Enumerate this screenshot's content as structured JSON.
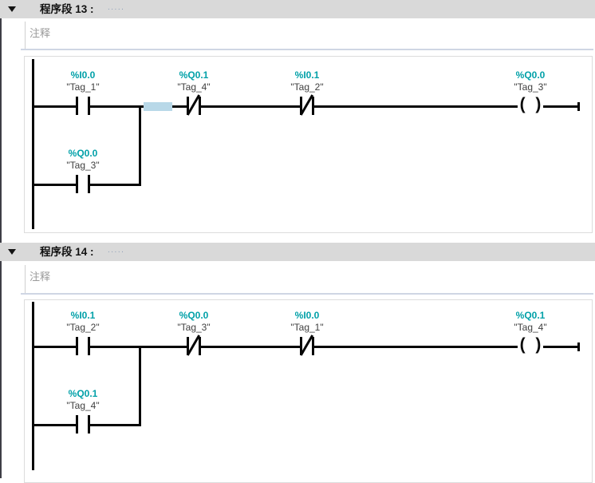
{
  "colors": {
    "operand_address": "#00a0a8",
    "selection_highlight": "#b8d8e8",
    "network_header_bg": "#d9d9d9",
    "comment_text": "#9a9a9a",
    "wire": "#060606"
  },
  "networks": [
    {
      "title": "程序段 13 :",
      "title_placeholder": ".....",
      "comment_placeholder": "注释",
      "elements": [
        {
          "type": "contact_no",
          "address": "%I0.0",
          "tag": "\"Tag_1\""
        },
        {
          "type": "contact_nc",
          "address": "%Q0.1",
          "tag": "\"Tag_4\""
        },
        {
          "type": "contact_nc",
          "address": "%I0.1",
          "tag": "\"Tag_2\""
        },
        {
          "type": "coil",
          "address": "%Q0.0",
          "tag": "\"Tag_3\""
        },
        {
          "type": "contact_no_branch",
          "address": "%Q0.0",
          "tag": "\"Tag_3\""
        }
      ],
      "has_wire_selection": true
    },
    {
      "title": "程序段 14 :",
      "title_placeholder": ".....",
      "comment_placeholder": "注释",
      "elements": [
        {
          "type": "contact_no",
          "address": "%I0.1",
          "tag": "\"Tag_2\""
        },
        {
          "type": "contact_nc",
          "address": "%Q0.0",
          "tag": "\"Tag_3\""
        },
        {
          "type": "contact_nc",
          "address": "%I0.0",
          "tag": "\"Tag_1\""
        },
        {
          "type": "coil",
          "address": "%Q0.1",
          "tag": "\"Tag_4\""
        },
        {
          "type": "contact_no_branch",
          "address": "%Q0.1",
          "tag": "\"Tag_4\""
        }
      ],
      "has_wire_selection": false
    }
  ]
}
